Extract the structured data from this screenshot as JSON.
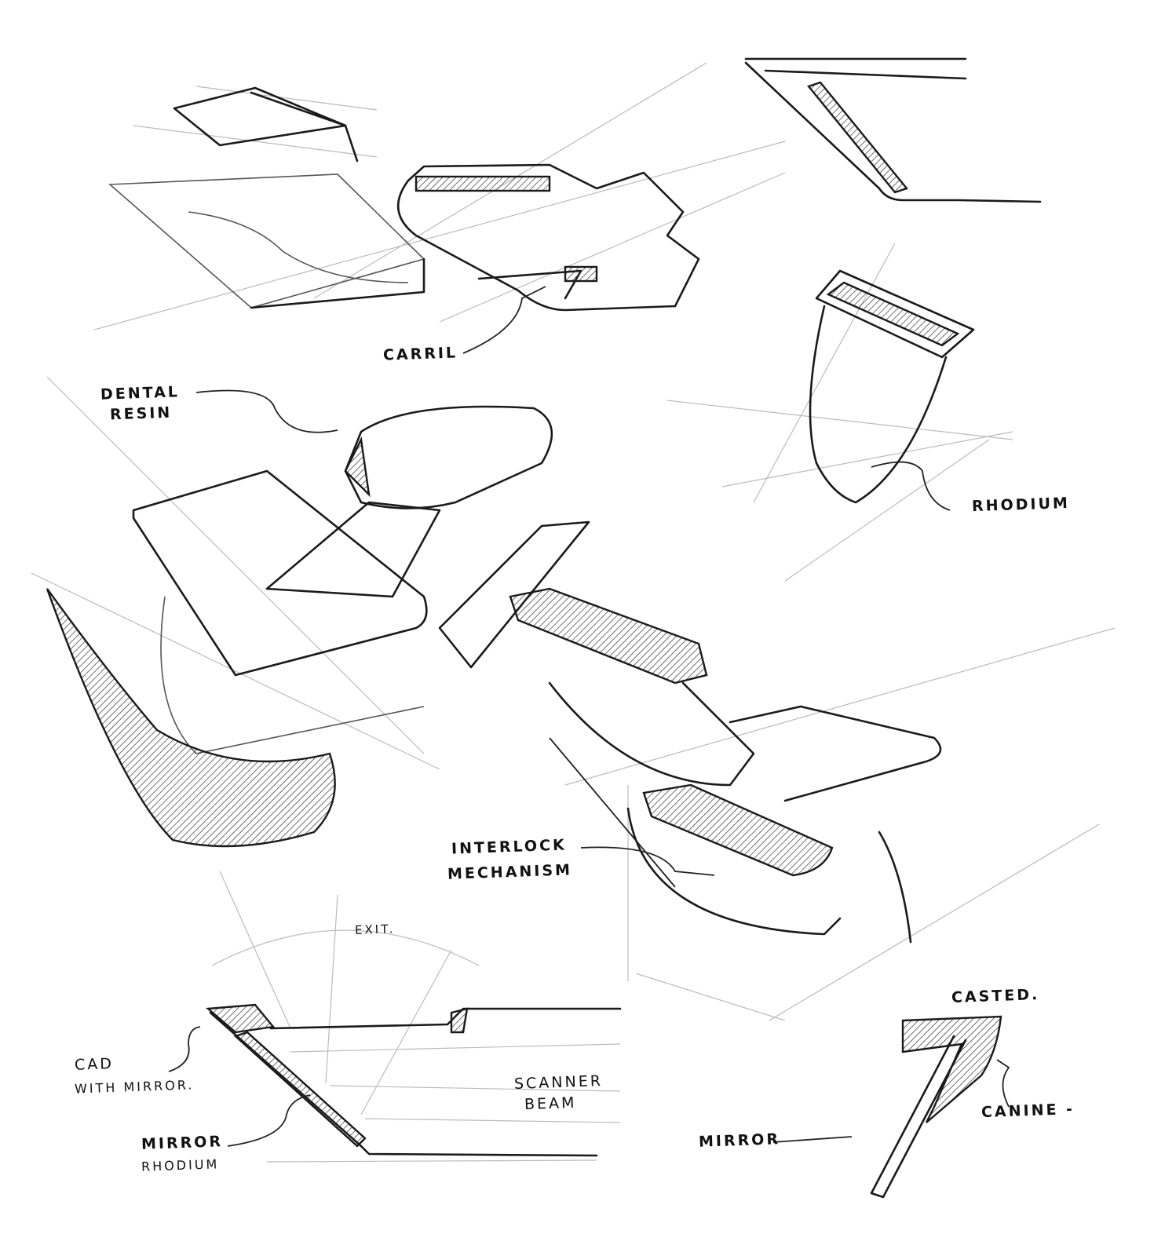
{
  "labels": {
    "carril": "CARRIL",
    "dental_resin_1": "DENTAL",
    "dental_resin_2": "RESIN",
    "rhodium_top": "RHODIUM",
    "interlock_1": "INTERLOCK",
    "interlock_2": "MECHANISM",
    "exit": "EXIT.",
    "cad_1": "CAD",
    "cad_2": "WITH MIRROR.",
    "scanner_1": "SCANNER",
    "scanner_2": "BEAM",
    "mirror_rhodium_1": "MIRROR",
    "mirror_rhodium_2": "RHODIUM",
    "casted": "CASTED.",
    "canine": "CANINE -",
    "mirror": "MIRROR"
  }
}
